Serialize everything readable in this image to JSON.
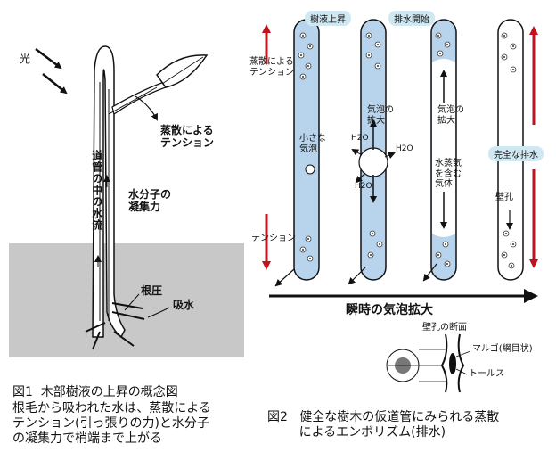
{
  "colors": {
    "sap": "#b8d3ec",
    "tag_bg": "#cfe8f2",
    "arrow_red": "#c1121f",
    "ground": "#c8c8c8",
    "ink": "#111111"
  },
  "fig1": {
    "light_label": "光",
    "transpiration_tension": "蒸散による\nテンション",
    "xylem_flow": "道管の中の水流",
    "cohesion": "水分子の\n凝集力",
    "root_pressure": "根圧",
    "water_absorption": "吸水",
    "caption_title": "図1  木部樹液の上昇の概念図",
    "caption_body": "根毛から吸われた水は、蒸散による\nテンション(引っ張りの力)と水分子\nの凝集力で梢端まで上がる"
  },
  "fig2": {
    "tag_sap_rise": "樹液上昇",
    "tag_embolism_start": "排水開始",
    "tag_complete_drain": "完全な排水",
    "transpiration_tension": "蒸散による\nテンション",
    "tension": "テンション",
    "small_bubble": "小さな\n気泡",
    "bubble_expand": "気泡の\n拡大",
    "h2o": "H2O",
    "vapor_gas": "水蒸気\nを含む\n気体",
    "pit": "壁孔",
    "instant_expansion": "瞬時の気泡拡大",
    "pit_section": "壁孔の断面",
    "margo": "マルゴ(網目状)",
    "torus": "トールス",
    "caption": "図2   健全な樹木の仮道管にみられる蒸散\n        によるエンボリズム(排水)"
  }
}
